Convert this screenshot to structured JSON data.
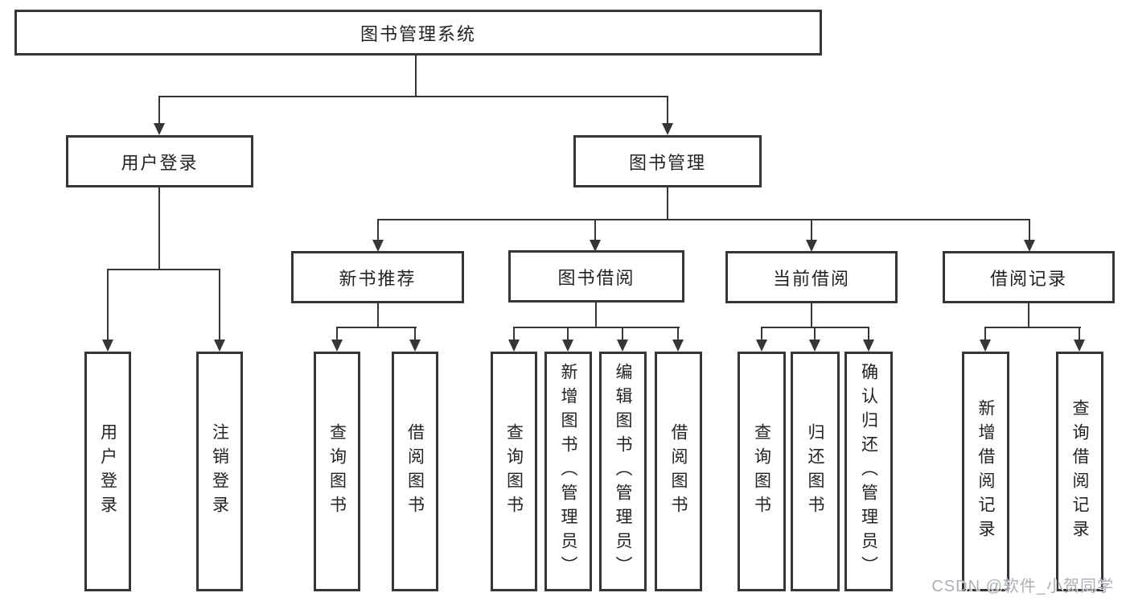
{
  "tree": {
    "root": {
      "label": "图书管理系统"
    },
    "level2": [
      {
        "label": "用户登录"
      },
      {
        "label": "图书管理"
      }
    ],
    "level3": [
      {
        "label": "新书推荐"
      },
      {
        "label": "图书借阅"
      },
      {
        "label": "当前借阅"
      },
      {
        "label": "借阅记录"
      }
    ],
    "leaves": {
      "user_login": [
        "用户登录",
        "注销登录"
      ],
      "new_book": [
        "查询图书",
        "借阅图书"
      ],
      "borrow": [
        "查询图书",
        "新增图书（管理员）",
        "编辑图书（管理员）",
        "借阅图书"
      ],
      "current": [
        "查询图书",
        "归还图书",
        "确认归还（管理员）"
      ],
      "records": [
        "新增借阅记录",
        "查询借阅记录"
      ]
    }
  },
  "watermark": {
    "text": "CSDN @软件_小贺同学"
  },
  "colors": {
    "line": "#363636",
    "text": "#232323",
    "watermark": "#aab0b6",
    "background": "#ffffff"
  }
}
